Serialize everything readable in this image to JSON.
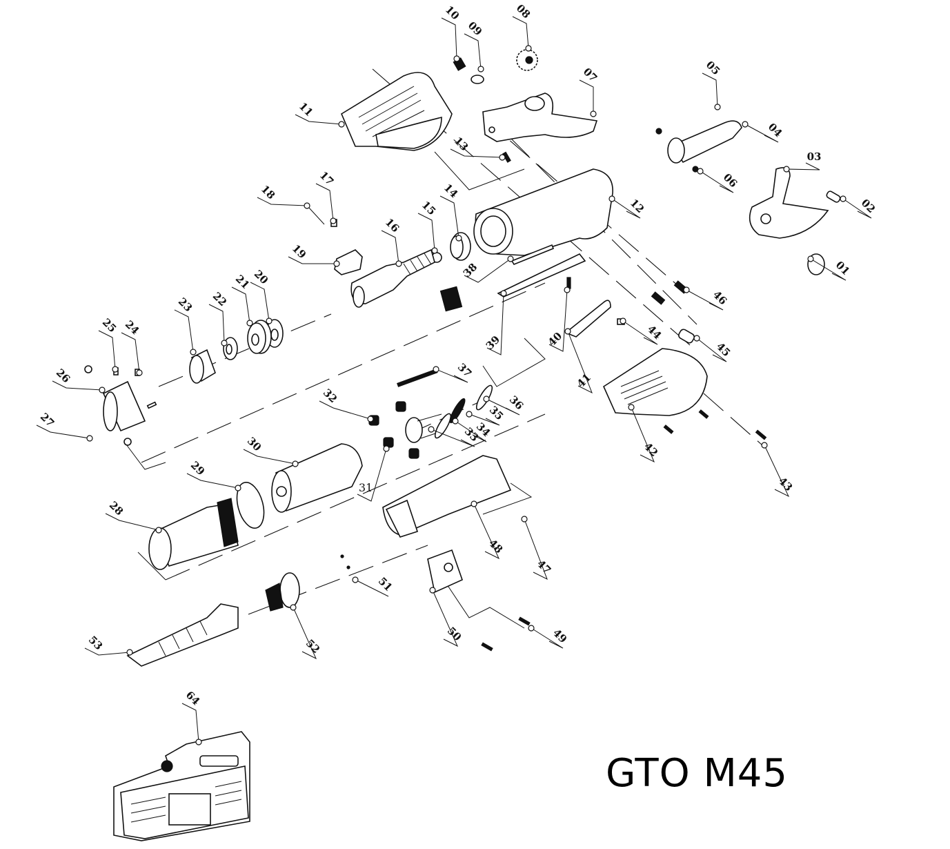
{
  "title": "GTO M45",
  "callouts": [
    {
      "id": "01",
      "label": "01"
    },
    {
      "id": "02",
      "label": "02"
    },
    {
      "id": "03",
      "label": "03"
    },
    {
      "id": "04",
      "label": "04"
    },
    {
      "id": "05",
      "label": "05"
    },
    {
      "id": "06",
      "label": "06"
    },
    {
      "id": "07",
      "label": "07"
    },
    {
      "id": "08",
      "label": "08"
    },
    {
      "id": "09",
      "label": "09"
    },
    {
      "id": "10",
      "label": "10"
    },
    {
      "id": "11",
      "label": "11"
    },
    {
      "id": "12",
      "label": "12"
    },
    {
      "id": "13",
      "label": "13"
    },
    {
      "id": "14",
      "label": "14"
    },
    {
      "id": "15",
      "label": "15"
    },
    {
      "id": "16",
      "label": "16"
    },
    {
      "id": "17",
      "label": "17"
    },
    {
      "id": "18",
      "label": "18"
    },
    {
      "id": "19",
      "label": "19"
    },
    {
      "id": "20",
      "label": "20"
    },
    {
      "id": "21",
      "label": "21"
    },
    {
      "id": "22",
      "label": "22"
    },
    {
      "id": "23",
      "label": "23"
    },
    {
      "id": "24",
      "label": "24"
    },
    {
      "id": "25",
      "label": "25"
    },
    {
      "id": "26",
      "label": "26"
    },
    {
      "id": "27",
      "label": "27"
    },
    {
      "id": "28",
      "label": "28"
    },
    {
      "id": "29",
      "label": "29"
    },
    {
      "id": "30",
      "label": "30"
    },
    {
      "id": "31",
      "label": "31"
    },
    {
      "id": "32",
      "label": "32"
    },
    {
      "id": "33",
      "label": "33"
    },
    {
      "id": "34",
      "label": "34"
    },
    {
      "id": "35",
      "label": "35"
    },
    {
      "id": "36",
      "label": "36"
    },
    {
      "id": "37",
      "label": "37"
    },
    {
      "id": "38",
      "label": "38"
    },
    {
      "id": "39",
      "label": "39"
    },
    {
      "id": "40",
      "label": "40"
    },
    {
      "id": "41",
      "label": "41"
    },
    {
      "id": "42",
      "label": "42"
    },
    {
      "id": "43",
      "label": "43"
    },
    {
      "id": "44",
      "label": "44"
    },
    {
      "id": "45",
      "label": "45"
    },
    {
      "id": "46",
      "label": "46"
    },
    {
      "id": "47",
      "label": "47"
    },
    {
      "id": "48",
      "label": "48"
    },
    {
      "id": "49",
      "label": "49"
    },
    {
      "id": "50",
      "label": "50"
    },
    {
      "id": "51",
      "label": "51"
    },
    {
      "id": "52",
      "label": "52"
    },
    {
      "id": "53",
      "label": "53"
    },
    {
      "id": "64",
      "label": "64"
    }
  ]
}
